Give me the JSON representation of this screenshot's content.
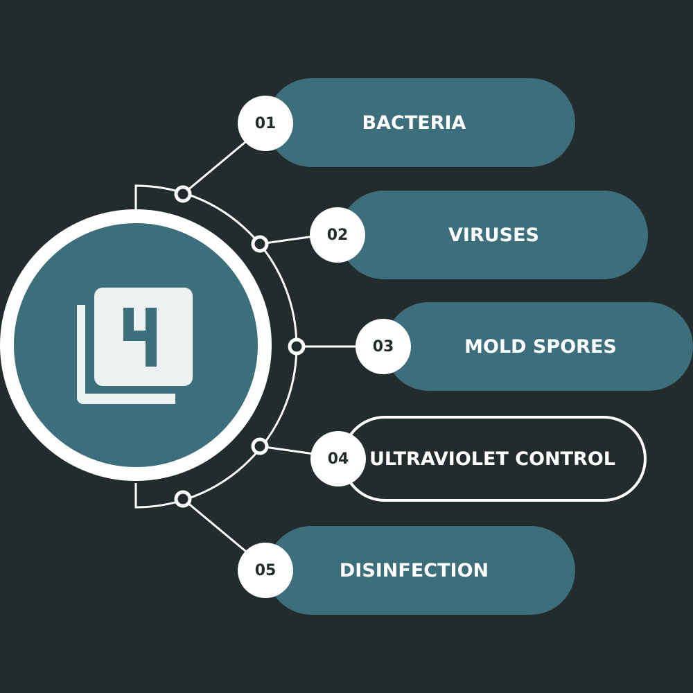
{
  "center_icon": "filter-4-icon",
  "colors": {
    "background": "#232c2c",
    "teal": "#3c6f7b",
    "white": "#ffffff",
    "icon": "#ecf1f2"
  },
  "items": [
    {
      "number": "01",
      "label": "BACTERIA"
    },
    {
      "number": "02",
      "label": "VIRUSES"
    },
    {
      "number": "03",
      "label": "MOLD SPORES"
    },
    {
      "number": "04",
      "label": "ULTRAVIOLET CONTROL"
    },
    {
      "number": "05",
      "label": "DISINFECTION"
    }
  ]
}
